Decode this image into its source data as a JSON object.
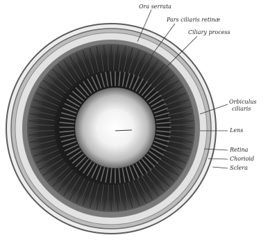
{
  "labels": {
    "ora_serrata": "Ora serrata",
    "pars_ciliaris_retinae": "Pars ciliaris retinæ",
    "ciliary_process": "Ciliary process",
    "orbiculus_ciliaris_line1": "Orbiculus",
    "orbiculus_ciliaris_line2": "ciliaris",
    "lens": "Lens",
    "retina": "Retina",
    "chorioid": "Chorioid",
    "sclera": "Sclera"
  },
  "colors": {
    "sclera": "#e6e6e6",
    "chorioid": "#9a9a9a",
    "retina_band": "#d9d9d9",
    "orbiculus": "#3a3a3a",
    "ciliary_processes": "#1e1e1e",
    "lens": "#f4f4f4",
    "ink": "#222222"
  },
  "ciliary_process_count": 72
}
